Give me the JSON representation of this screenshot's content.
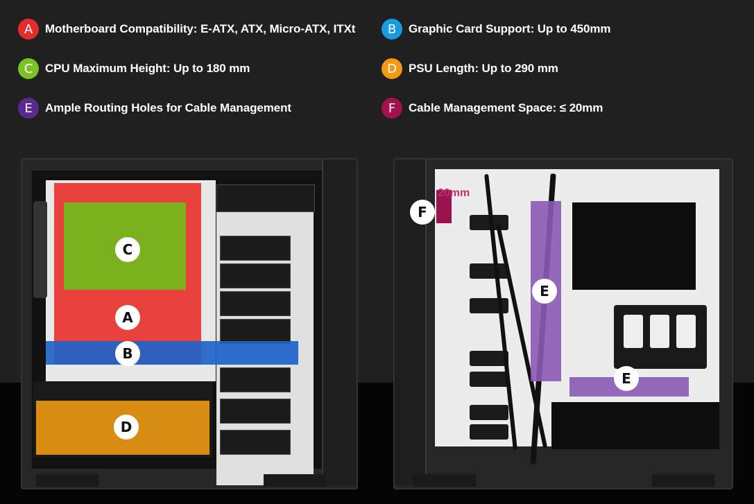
{
  "specs": [
    {
      "letter": "A",
      "text": "Motherboard Compatibility: E-ATX, ATX, Micro-ATX, ITXt",
      "color": "#e52b2b"
    },
    {
      "letter": "B",
      "text": "Graphic Card Support: Up to 450mm",
      "color": "#1a9be0"
    },
    {
      "letter": "C",
      "text": "CPU Maximum Height: Up to 180 mm",
      "color": "#7cc225"
    },
    {
      "letter": "D",
      "text": "PSU Length: Up to 290 mm",
      "color": "#f39a13"
    },
    {
      "letter": "E",
      "text": "Ample Routing Holes for Cable Management",
      "color": "#5a2a8c"
    },
    {
      "letter": "F",
      "text": "Cable Management Space: ≤ 20mm",
      "color": "#a3124f"
    }
  ],
  "markers": {
    "a": "A",
    "b": "B",
    "c": "C",
    "d": "D",
    "e1": "E",
    "e2": "E",
    "f": "F"
  },
  "space_label": "20mm",
  "colors": {
    "motherboard_zone": "#e8322f",
    "cpu_zone": "#74b71b",
    "gpu_zone": "#1e63c8",
    "psu_zone": "#d88c12",
    "routing_zone": "#8b5bb5",
    "space_zone": "#9b1450"
  }
}
